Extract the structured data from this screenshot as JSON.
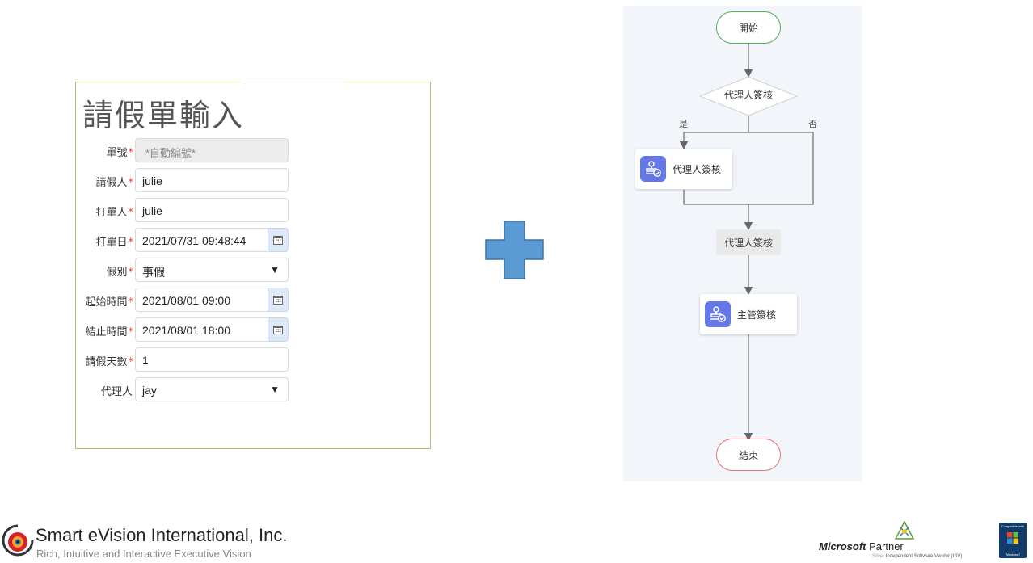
{
  "form": {
    "title": "請假單輸入",
    "fields": [
      {
        "label": "單號",
        "required": "*",
        "value": "*自動編號*",
        "kind": "disabled"
      },
      {
        "label": "請假人",
        "required": "*",
        "value": "julie",
        "kind": "text"
      },
      {
        "label": "打單人",
        "required": "*",
        "value": "julie",
        "kind": "text"
      },
      {
        "label": "打單日",
        "required": "*",
        "value": "2021/07/31 09:48:44",
        "kind": "date"
      },
      {
        "label": "假別",
        "required": "*",
        "value": "事假",
        "kind": "select"
      },
      {
        "label": "起始時間",
        "required": "*",
        "value": "2021/08/01 09:00",
        "kind": "date"
      },
      {
        "label": "結止時間",
        "required": "*",
        "value": "2021/08/01 18:00",
        "kind": "date"
      },
      {
        "label": "請假天數",
        "required": "*",
        "value": "1",
        "kind": "text"
      },
      {
        "label": "代理人",
        "required": "",
        "value": "jay",
        "kind": "select"
      }
    ]
  },
  "flow": {
    "start": "開始",
    "decision": "代理人簽核",
    "yes_label": "是",
    "no_label": "否",
    "approval_1": "代理人簽核",
    "merge_label": "代理人簽核",
    "approval_2": "主管簽核",
    "end": "結束"
  },
  "footer": {
    "company_name": "Smart eVision International, Inc.",
    "company_tagline": "Rich, Intuitive and Interactive Executive Vision",
    "ms_brand": "Microsoft",
    "ms_partner": "Partner",
    "ms_silver": "Silver",
    "ms_isv": "Independent Software Vendor (ISV)",
    "win7_top": "Compatible with",
    "win7_bottom": "Windows7"
  },
  "colors": {
    "form_border": "#a3c96b",
    "required_star": "#e53935",
    "plus_fill": "#5b9bd5",
    "plus_stroke": "#41719c",
    "flow_bg": "#f2f5fa",
    "start_border": "#4caf50",
    "end_border": "#e57373",
    "icon_bg": "#6478ea"
  },
  "icons": [
    "calendar-icon",
    "caret-down-icon",
    "stamp-approve-icon",
    "plus-icon",
    "company-eye-logo",
    "microsoft-partner-logo",
    "windows7-logo"
  ]
}
